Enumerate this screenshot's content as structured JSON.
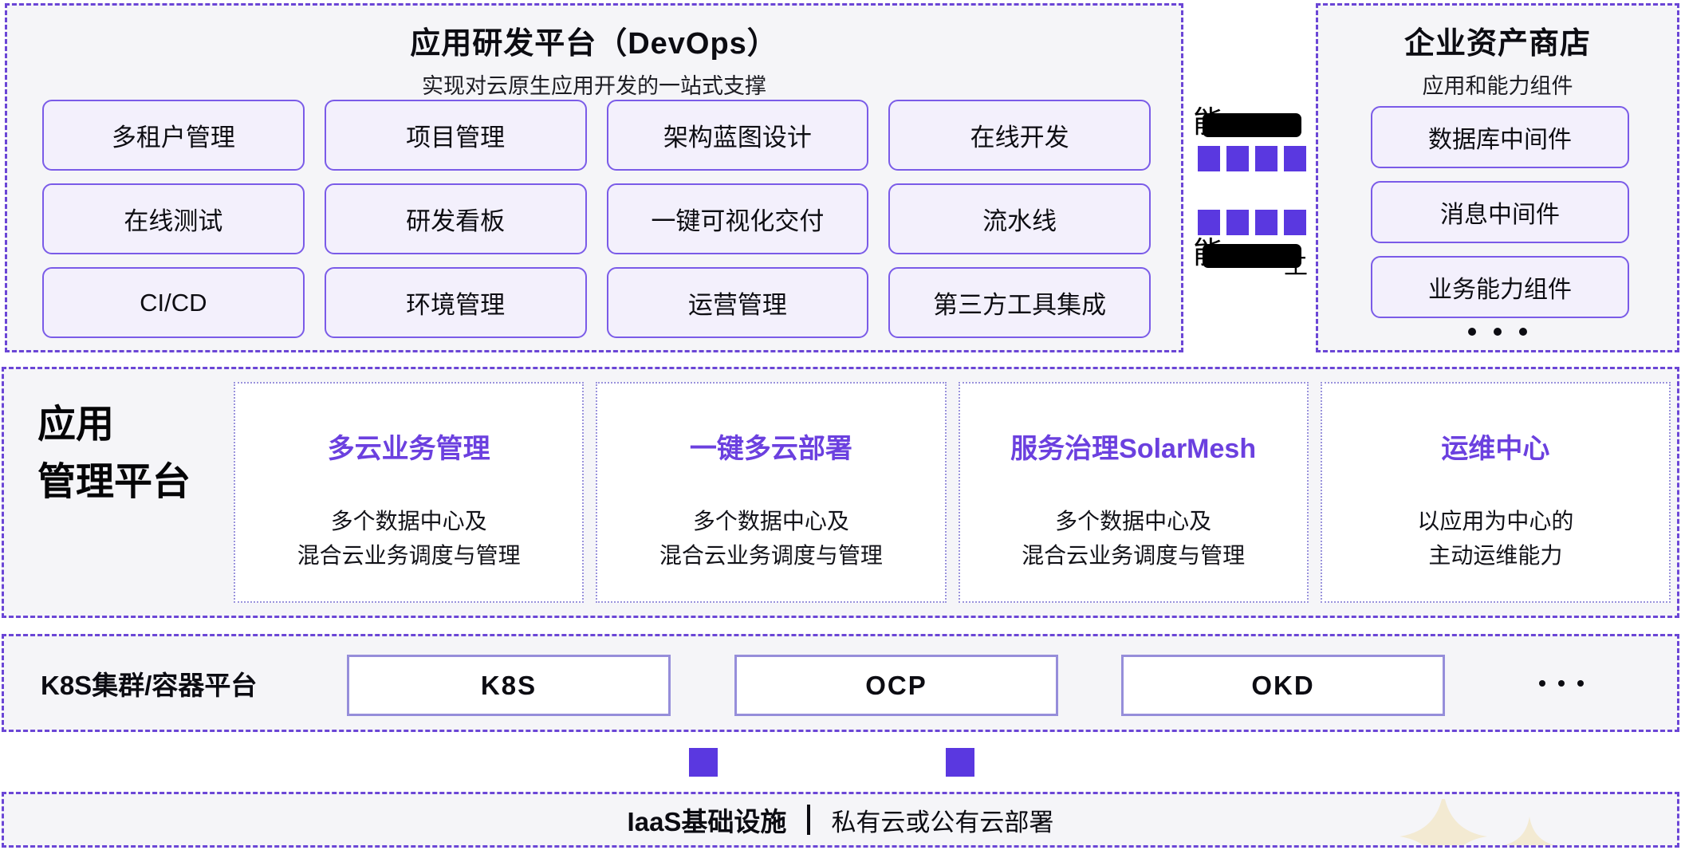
{
  "colors": {
    "accent_purple": "#6B46D6",
    "chip_border": "#7A5BE8",
    "chip_fill": "#F3F0FC",
    "card_title": "#6B40DF",
    "square": "#5A38E0",
    "band_fill": "#F5F5F8",
    "sparkle": "#F3EAD2"
  },
  "devops_panel": {
    "title": "应用研发平台（DevOps）",
    "subtitle": "实现对云原生应用开发的一站式支撑",
    "modules": [
      "多租户管理",
      "项目管理",
      "架构蓝图设计",
      "在线开发",
      "在线测试",
      "研发看板",
      "一键可视化交付",
      "流水线",
      "CI/CD",
      "环境管理",
      "运营管理",
      "第三方工具集成"
    ]
  },
  "connector": {
    "top_visible_char": "能",
    "bottom_visible_char": "能",
    "bottom_right_fragment": "工",
    "squares_per_row": 4
  },
  "asset_store_panel": {
    "title": "企业资产商店",
    "subtitle": "应用和能力组件",
    "items": [
      "数据库中间件",
      "消息中间件",
      "业务能力组件"
    ]
  },
  "management_band": {
    "label_line1": "应用",
    "label_line2": "管理平台",
    "cards": [
      {
        "title": "多云业务管理",
        "desc_line1": "多个数据中心及",
        "desc_line2": "混合云业务调度与管理"
      },
      {
        "title": "一键多云部署",
        "desc_line1": "多个数据中心及",
        "desc_line2": "混合云业务调度与管理"
      },
      {
        "title": "服务治理SolarMesh",
        "desc_line1": "多个数据中心及",
        "desc_line2": "混合云业务调度与管理"
      },
      {
        "title": "运维中心",
        "desc_line1": "以应用为中心的",
        "desc_line2": "主动运维能力"
      }
    ]
  },
  "k8s_band": {
    "label": "K8S集群/容器平台",
    "platforms": [
      "K8S",
      "OCP",
      "OKD"
    ]
  },
  "iaas_band": {
    "label_bold": "IaaS基础设施",
    "label_regular": "私有云或公有云部署"
  }
}
